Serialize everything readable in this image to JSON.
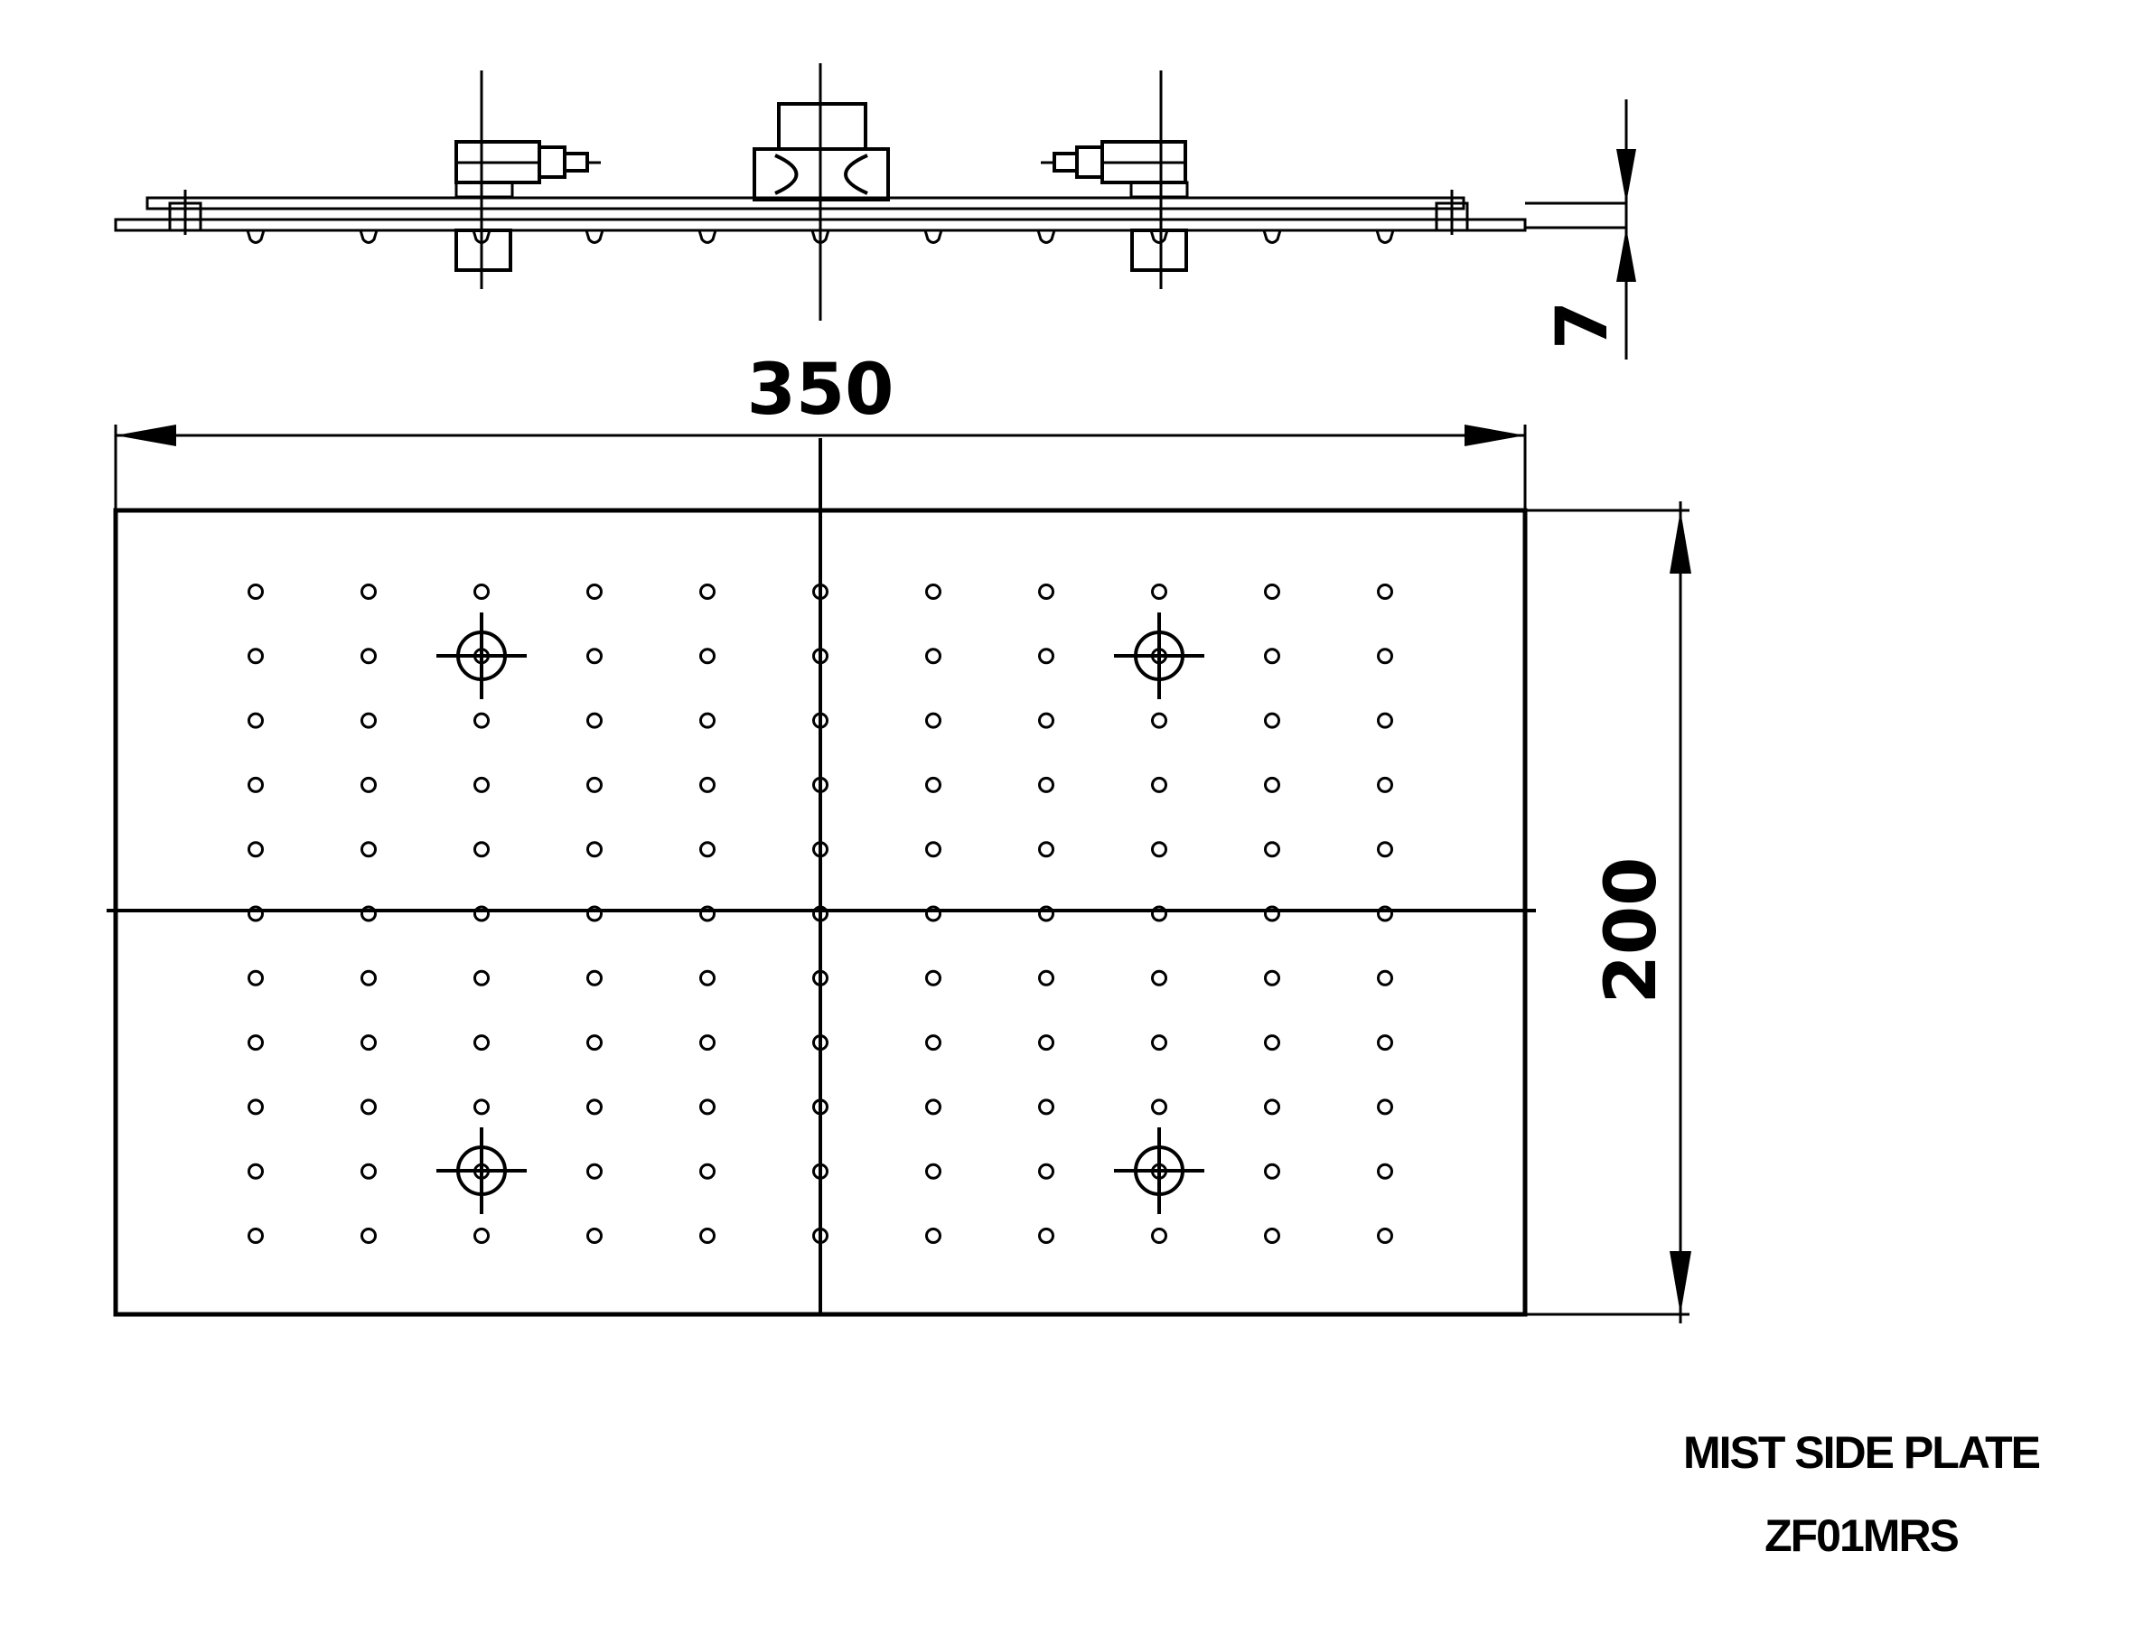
{
  "dimensions": {
    "width_label": "350",
    "height_label": "200",
    "thickness_label": "7"
  },
  "title": {
    "name": "MIST SIDE PLATE",
    "code": "ZF01MRS"
  },
  "nozzle_grid": {
    "columns": 11,
    "rows": 11
  },
  "line_color": "#000000",
  "background_color": "#ffffff"
}
